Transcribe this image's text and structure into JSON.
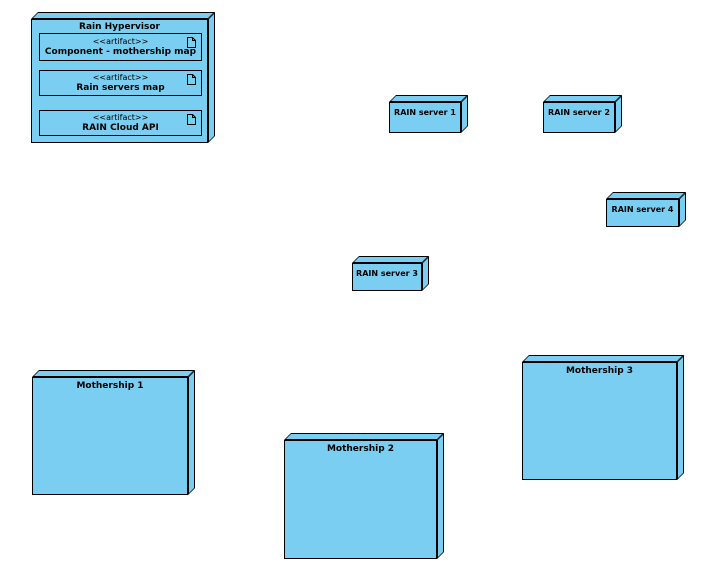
{
  "colors": {
    "background": "#ffffff",
    "node_fill": "#79CEF2",
    "node_border": "#000000"
  },
  "hypervisor": {
    "title": "Rain Hypervisor",
    "artifacts": [
      {
        "stereotype": "<<artifact>>",
        "name": "Component - mothership map",
        "icon": "document-icon"
      },
      {
        "stereotype": "<<artifact>>",
        "name": "Rain servers map",
        "icon": "document-icon"
      },
      {
        "stereotype": "<<artifact>>",
        "name": "RAIN Cloud API",
        "icon": "document-icon"
      }
    ]
  },
  "servers": [
    {
      "label": "RAIN server 1"
    },
    {
      "label": "RAIN server 2"
    },
    {
      "label": "RAIN server 3"
    },
    {
      "label": "RAIN server 4"
    }
  ],
  "motherships": [
    {
      "label": "Mothership 1"
    },
    {
      "label": "Mothership 2"
    },
    {
      "label": "Mothership 3"
    }
  ]
}
